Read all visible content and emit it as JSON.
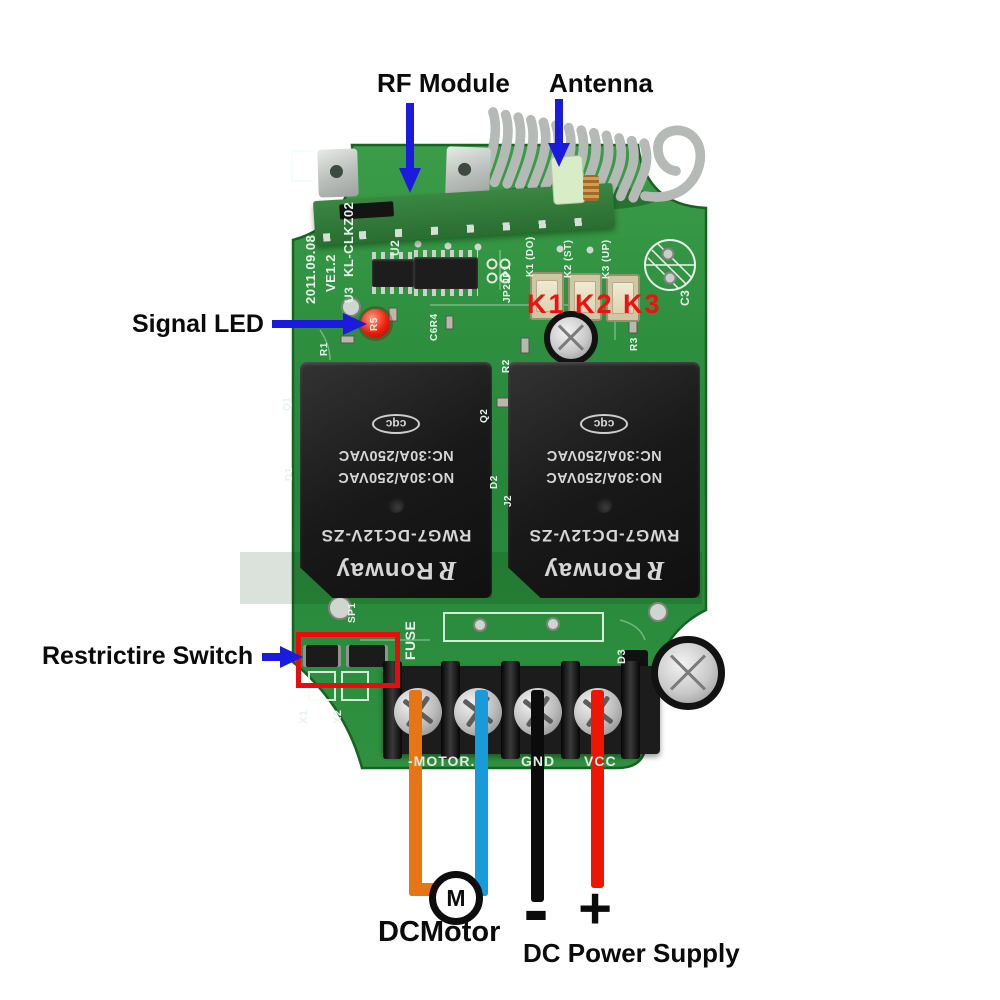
{
  "annotations": {
    "rf_module": "RF Module",
    "antenna": "Antenna",
    "signal_led": "Signal LED",
    "buttons_red": "K1 K2 K3",
    "restrictire_switch": "Restrictire Switch",
    "dc_motor": "DCMotor",
    "dc_power_supply": "DC Power Supply",
    "motor_symbol": "M",
    "minus_symbol": "-",
    "plus_symbol": "+"
  },
  "pcb": {
    "silkscreen": {
      "date": "2011.09.08",
      "version": "VE1.2",
      "board_model": "KL-CLKZ02",
      "u3": "U3",
      "u2": "U2",
      "jp": "JP2JP1",
      "k1": "K1 (DO)",
      "k2": "K2 (ST)",
      "k3": "K3 (UP)",
      "c3": "C3",
      "c6r4": "C6R4",
      "r1": "R1",
      "r2": "R2",
      "r3": "R3",
      "r5": "R5",
      "q1": "Q1",
      "q2": "Q2",
      "d1": "D1",
      "d2": "D2",
      "d3": "D3",
      "j2": "J2",
      "sp1": "SP1",
      "x1": "X1",
      "x2": "X2",
      "fuse": "FUSE",
      "motor": "-MOTOR.",
      "gnd": "GND",
      "vcc": "VCC"
    },
    "relay": {
      "cert": "cqc",
      "nc_rating": "NC:30A/250VAC",
      "no_rating": "NO:30A/250VAC",
      "model": "RWG7-DC12V-ZS",
      "brand": "Ronway",
      "brand_logo": "R"
    }
  },
  "colors": {
    "pcb_green": "#2E8F3D",
    "arrow_blue": "#1B1BDD",
    "annotation_red": "#F10F0F",
    "wire_orange": "#E87513",
    "wire_blue": "#189BDB",
    "wire_black": "#0B0B0B",
    "wire_red": "#EE1502",
    "relay_black": "#1E1E1E",
    "silkscreen_white": "#E9F6EC"
  }
}
